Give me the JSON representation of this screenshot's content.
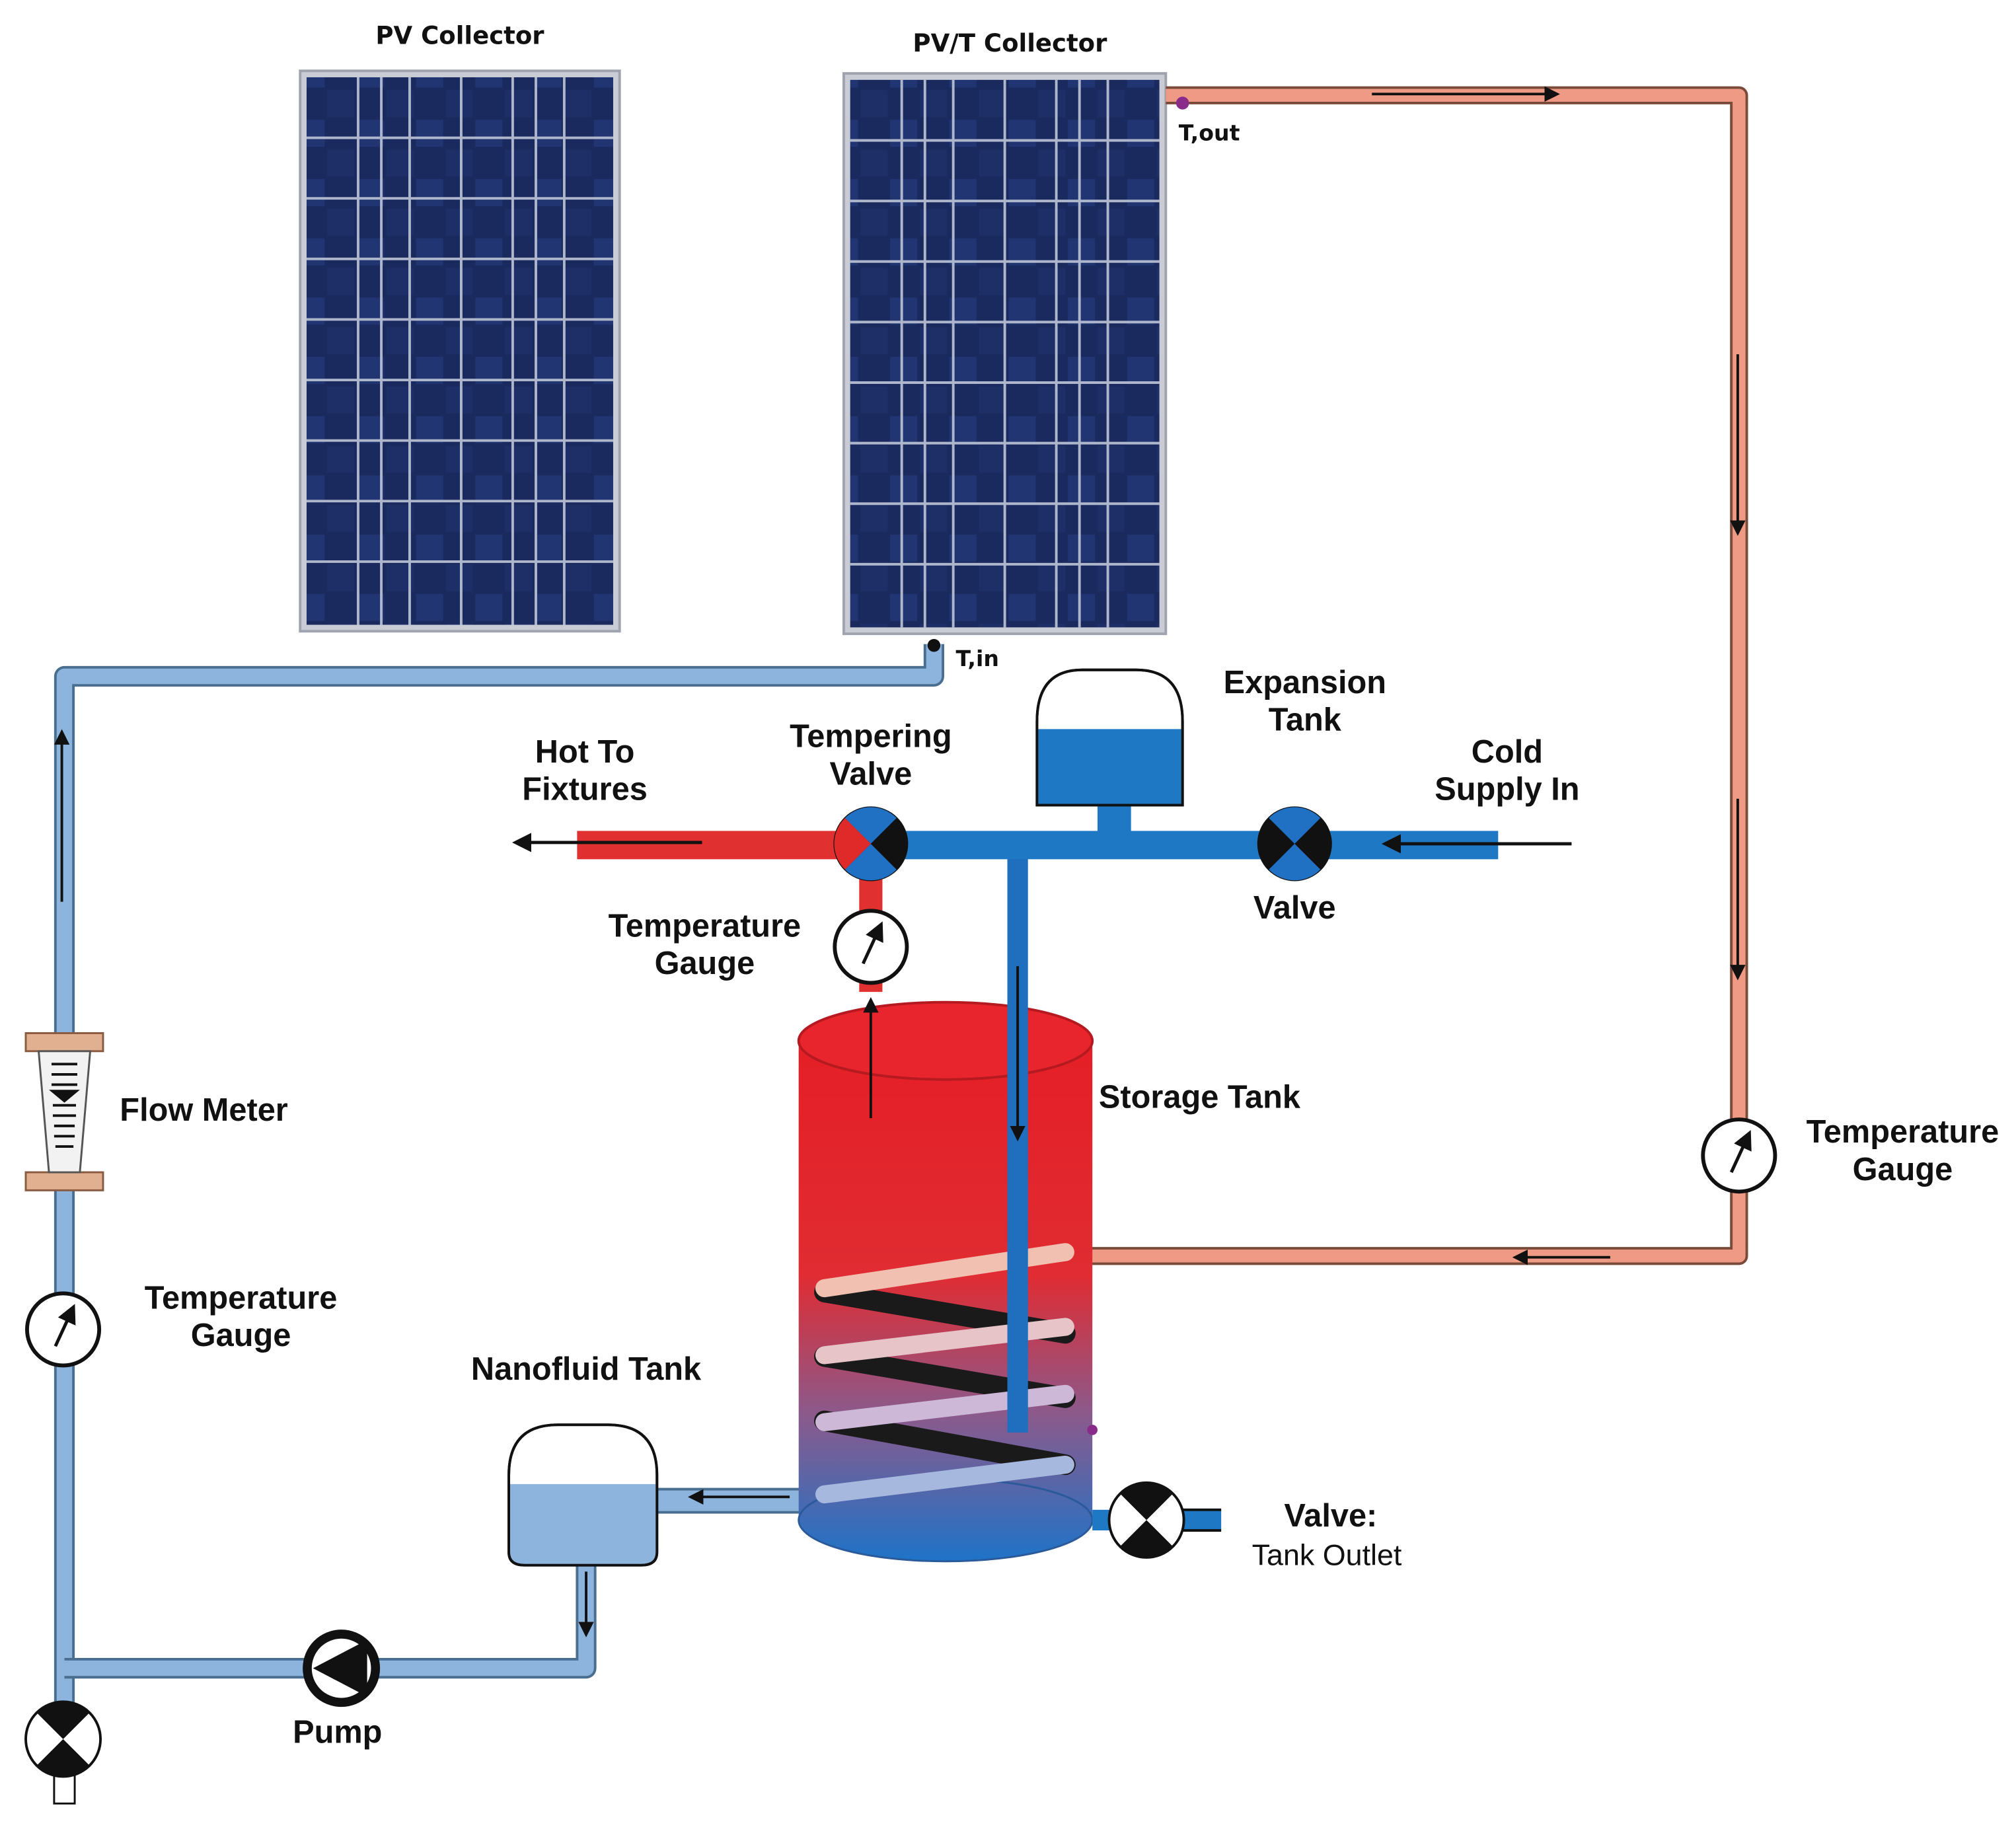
{
  "labels": {
    "pv_collector": "PV Collector",
    "pvt_collector": "PV/T Collector",
    "t_out": "T,out",
    "t_in": "T,in",
    "expansion_tank_line1": "Expansion",
    "expansion_tank_line2": "Tank",
    "hot_to_fixtures_line1": "Hot To",
    "hot_to_fixtures_line2": "Fixtures",
    "tempering_valve_line1": "Tempering",
    "tempering_valve_line2": "Valve",
    "cold_supply_line1": "Cold",
    "cold_supply_line2": "Supply In",
    "valve": "Valve",
    "temp_gauge_top_line1": "Temperature",
    "temp_gauge_top_line2": "Gauge",
    "storage_tank": "Storage Tank",
    "temp_gauge_right_line1": "Temperature",
    "temp_gauge_right_line2": "Gauge",
    "flow_meter": "Flow Meter",
    "temp_gauge_left_line1": "Temperature",
    "temp_gauge_left_line2": "Gauge",
    "nanofluid_tank": "Nanofluid Tank",
    "valve_tank_outlet_line1": "Valve:",
    "valve_tank_outlet_line2": "Tank Outlet",
    "pump": "Pump"
  },
  "colors": {
    "hot_pipe": "#e8907a",
    "cold_pipe": "#8db4dc",
    "supply_pipe": "#1f78c4",
    "hot_water_pipe": "#e03030",
    "tank_top": "#e51e26",
    "tank_bottom": "#1e73c8",
    "panel": "#1a2758",
    "valve_hot": "#e02a2a",
    "valve_cold": "#2070c4"
  }
}
